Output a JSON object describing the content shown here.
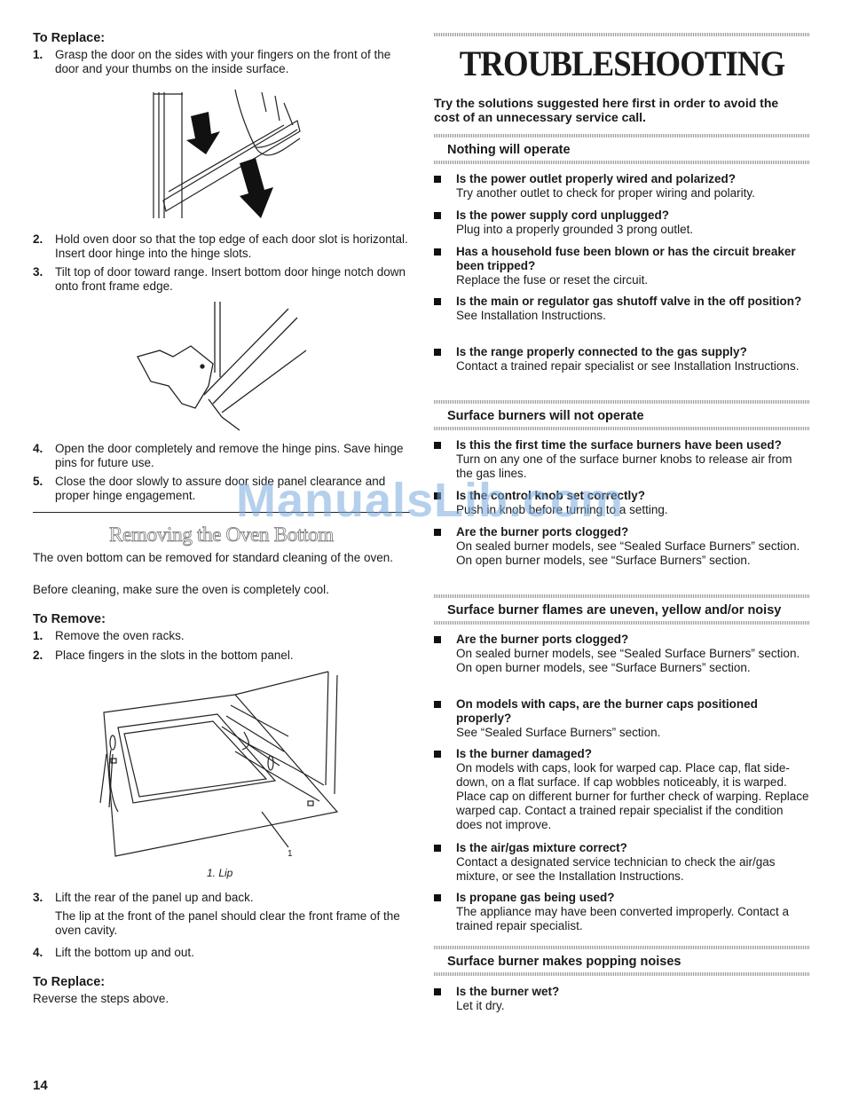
{
  "left": {
    "replace_heading_1": "To Replace:",
    "steps_a": [
      {
        "num": "1.",
        "text": "Grasp the door on the sides with your fingers on the front of the door and your thumbs on the inside surface."
      },
      {
        "num": "2.",
        "text": "Hold oven door so that the top edge of each door slot is horizontal. Insert door hinge into the hinge slots."
      },
      {
        "num": "3.",
        "text": "Tilt top of door toward range. Insert bottom door hinge notch down onto front frame edge."
      },
      {
        "num": "4.",
        "text": "Open the door completely and remove the hinge pins. Save hinge pins for future use."
      },
      {
        "num": "5.",
        "text": "Close the door slowly to assure door side panel clearance and proper hinge engagement."
      }
    ],
    "section_title": "Removing the Oven Bottom",
    "intro_1": "The oven bottom can be removed for standard cleaning of the oven.",
    "intro_2": "Before cleaning, make sure the oven is completely cool.",
    "remove_heading": "To Remove:",
    "steps_b": [
      {
        "num": "1.",
        "text": "Remove the oven racks."
      },
      {
        "num": "2.",
        "text": "Place fingers in the slots in the bottom panel."
      }
    ],
    "figure_callout": "1",
    "figure_caption": "1. Lip",
    "steps_c": [
      {
        "num": "3.",
        "text": "Lift the rear of the panel up and back.",
        "extra": "The lip at the front of the panel should clear the front frame of the oven cavity."
      },
      {
        "num": "4.",
        "text": "Lift the bottom up and out."
      }
    ],
    "replace_heading_2": "To Replace:",
    "replace_text_2": "Reverse the steps above.",
    "page_number": "14"
  },
  "right": {
    "title": "TROUBLESHOOTING",
    "intro": "Try the solutions suggested here first in order to avoid the cost of an unnecessary service call.",
    "sections": [
      {
        "heading": "Nothing will operate",
        "items": [
          {
            "q": "Is the power outlet properly wired and polarized?",
            "a": "Try another outlet to check for proper wiring and polarity."
          },
          {
            "q": "Is the power supply cord unplugged?",
            "a": "Plug into a properly grounded 3 prong outlet."
          },
          {
            "q": "Has a household fuse been blown or has the circuit breaker been tripped?",
            "a": "Replace the fuse or reset the circuit."
          },
          {
            "q": "Is the main or regulator gas shutoff valve in the off position?",
            "a": "See Installation Instructions."
          },
          {
            "q": "Is the range properly connected to the gas supply?",
            "a": "Contact a trained repair specialist or see Installation Instructions."
          }
        ]
      },
      {
        "heading": "Surface burners will not operate",
        "items": [
          {
            "q": "Is this the first time the surface burners have been used?",
            "a": "Turn on any one of the surface burner knobs to release air from the gas lines."
          },
          {
            "q": "Is the control knob set correctly?",
            "a": "Push in knob before turning to a setting."
          },
          {
            "q": "Are the burner ports clogged?",
            "a": "On sealed burner models, see “Sealed Surface Burners” section.",
            "a2": "On open burner models, see “Surface Burners” section."
          }
        ]
      },
      {
        "heading": "Surface burner flames are uneven, yellow and/or noisy",
        "items": [
          {
            "q": "Are the burner ports clogged?",
            "a": "On sealed burner models, see “Sealed Surface Burners” section.",
            "a2": "On open burner models, see “Surface Burners” section."
          },
          {
            "q": "On models with caps, are the burner caps positioned properly?",
            "a": "See “Sealed Surface Burners” section."
          },
          {
            "q": "Is the burner damaged?",
            "a": "On models with caps, look for warped cap. Place cap, flat side-down, on a flat surface. If cap wobbles noticeably, it is warped. Place cap on different burner for further check of warping. Replace warped cap. Contact a trained repair specialist if the condition does not improve."
          },
          {
            "q": "Is the air/gas mixture correct?",
            "a": "Contact a designated service technician to check the air/gas mixture, or see the Installation Instructions."
          },
          {
            "q": "Is propane gas being used?",
            "a": "The appliance may have been converted improperly. Contact a trained repair specialist."
          }
        ]
      },
      {
        "heading": "Surface burner makes popping noises",
        "items": [
          {
            "q": "Is the burner wet?",
            "a": "Let it dry."
          }
        ]
      }
    ]
  },
  "watermark": "ManualsLib.com"
}
